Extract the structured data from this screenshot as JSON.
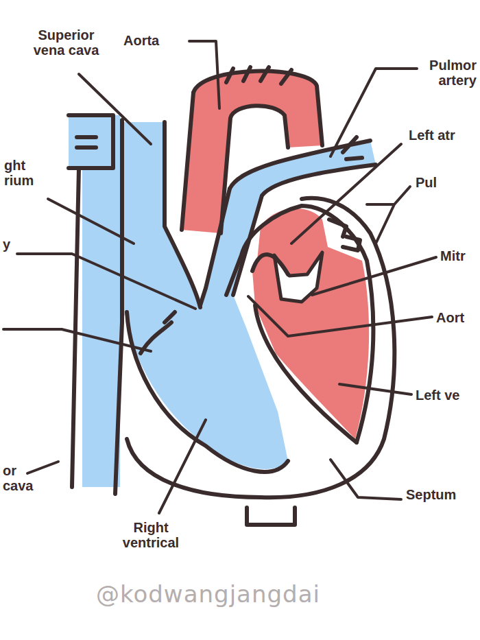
{
  "diagram": {
    "labels": [
      "Superior vena cava",
      "Aorta",
      "Pulmor artery",
      "Left atr",
      "Pul",
      "Mitr",
      "Aort",
      "Left ve",
      "Septum",
      "Right ventrical",
      "ght rium",
      "y",
      "or cava",
      "@kodwangjangdai"
    ]
  }
}
